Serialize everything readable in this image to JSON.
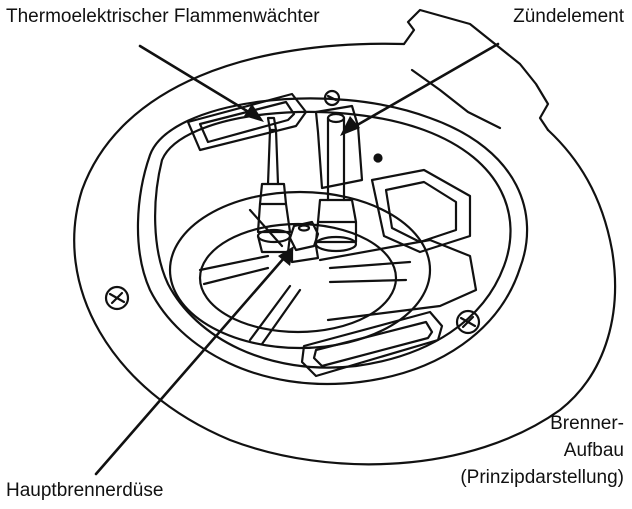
{
  "labels": {
    "thermo": "Thermoelektrischer Flammenwächter",
    "zuend": "Zündelement",
    "duese": "Hauptbrennerdüse"
  },
  "caption": {
    "line1": "Brenner-",
    "line2": "Aufbau",
    "line3": "(Prinzipdarstellung)"
  },
  "colors": {
    "ink": "#111111",
    "background": "#ffffff"
  }
}
